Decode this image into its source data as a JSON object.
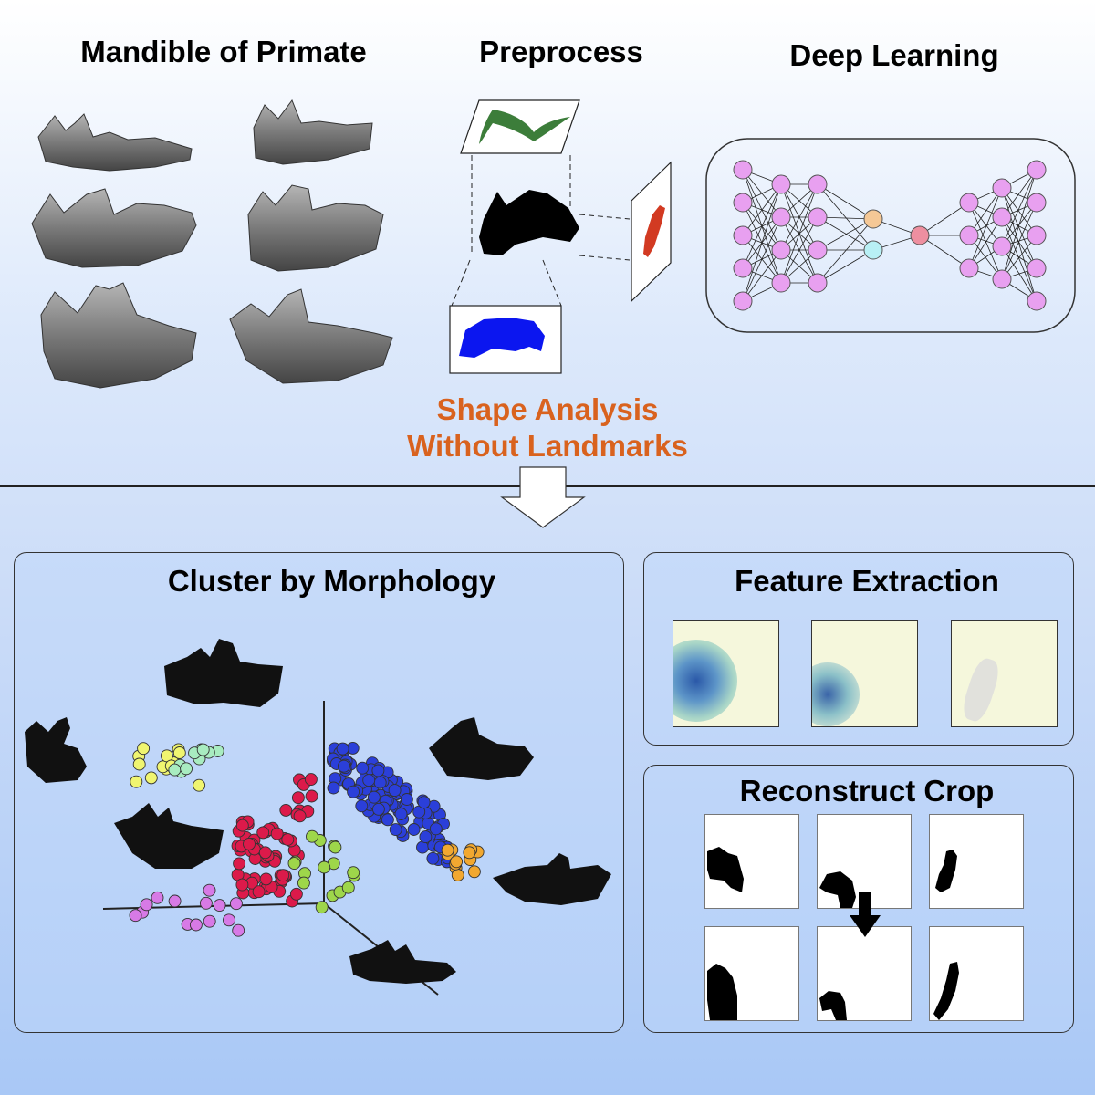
{
  "header": {
    "mandible_title": "Mandible of Primate",
    "preprocess_title": "Preprocess",
    "deep_learning_title": "Deep Learning",
    "shape_line1": "Shape Analysis",
    "shape_line2": "Without Landmarks"
  },
  "panels": {
    "cluster_title": "Cluster by Morphology",
    "feature_title": "Feature Extraction",
    "reconstruct_title": "Reconstruct Crop"
  },
  "colors": {
    "accent_orange": "#d9621e",
    "neuron": "#e8a0f0",
    "latent_orange": "#f5c896",
    "latent_cyan": "#b8f0f5",
    "bottleneck": "#ee8fa0",
    "cluster_blue": "#2b3fd9",
    "cluster_red": "#dc1a4a",
    "cluster_yellow": "#f0f570",
    "cluster_mint": "#a8ecc0",
    "cluster_green": "#9ed64a",
    "cluster_orange": "#f2a830",
    "cluster_violet": "#d77ae6",
    "projection_green": "#3c7d3a",
    "projection_red": "#d23a22",
    "projection_blue": "#0b16f0"
  }
}
